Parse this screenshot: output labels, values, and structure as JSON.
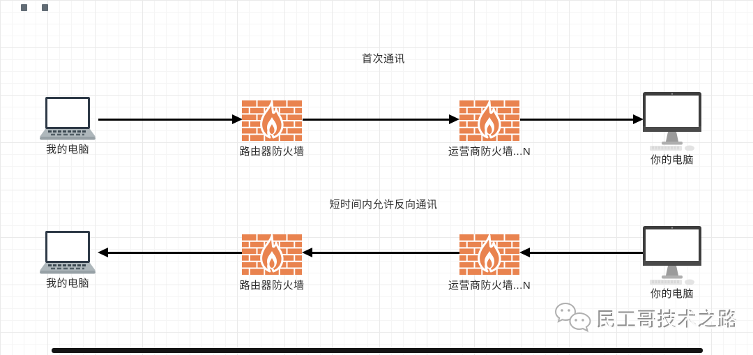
{
  "sections": [
    {
      "title": "首次通讯",
      "flow_direction": "left-to-right",
      "nodes": [
        {
          "label": "我的电脑",
          "icon": "laptop-icon"
        },
        {
          "label": "路由器防火墙",
          "icon": "firewall-icon"
        },
        {
          "label": "运营商防火墙...N",
          "icon": "firewall-icon"
        },
        {
          "label": "你的电脑",
          "icon": "monitor-icon"
        }
      ]
    },
    {
      "title": "短时间内允许反向通讯",
      "flow_direction": "right-to-left",
      "nodes": [
        {
          "label": "我的电脑",
          "icon": "laptop-icon"
        },
        {
          "label": "路由器防火墙",
          "icon": "firewall-icon"
        },
        {
          "label": "运营商防火墙...N",
          "icon": "firewall-icon"
        },
        {
          "label": "你的电脑",
          "icon": "monitor-icon"
        }
      ]
    }
  ],
  "watermark": {
    "text": "民工哥技术之路",
    "icon": "wechat-bubbles-icon"
  },
  "colors": {
    "firewall_brick": "#E9834F",
    "arrow": "#000000",
    "laptop_frame": "#2E3A47",
    "monitor_frame": "#3D3D3D",
    "grid_minor": "#f5f5f5",
    "grid_major": "#eaeaea",
    "divider": "#141414"
  }
}
